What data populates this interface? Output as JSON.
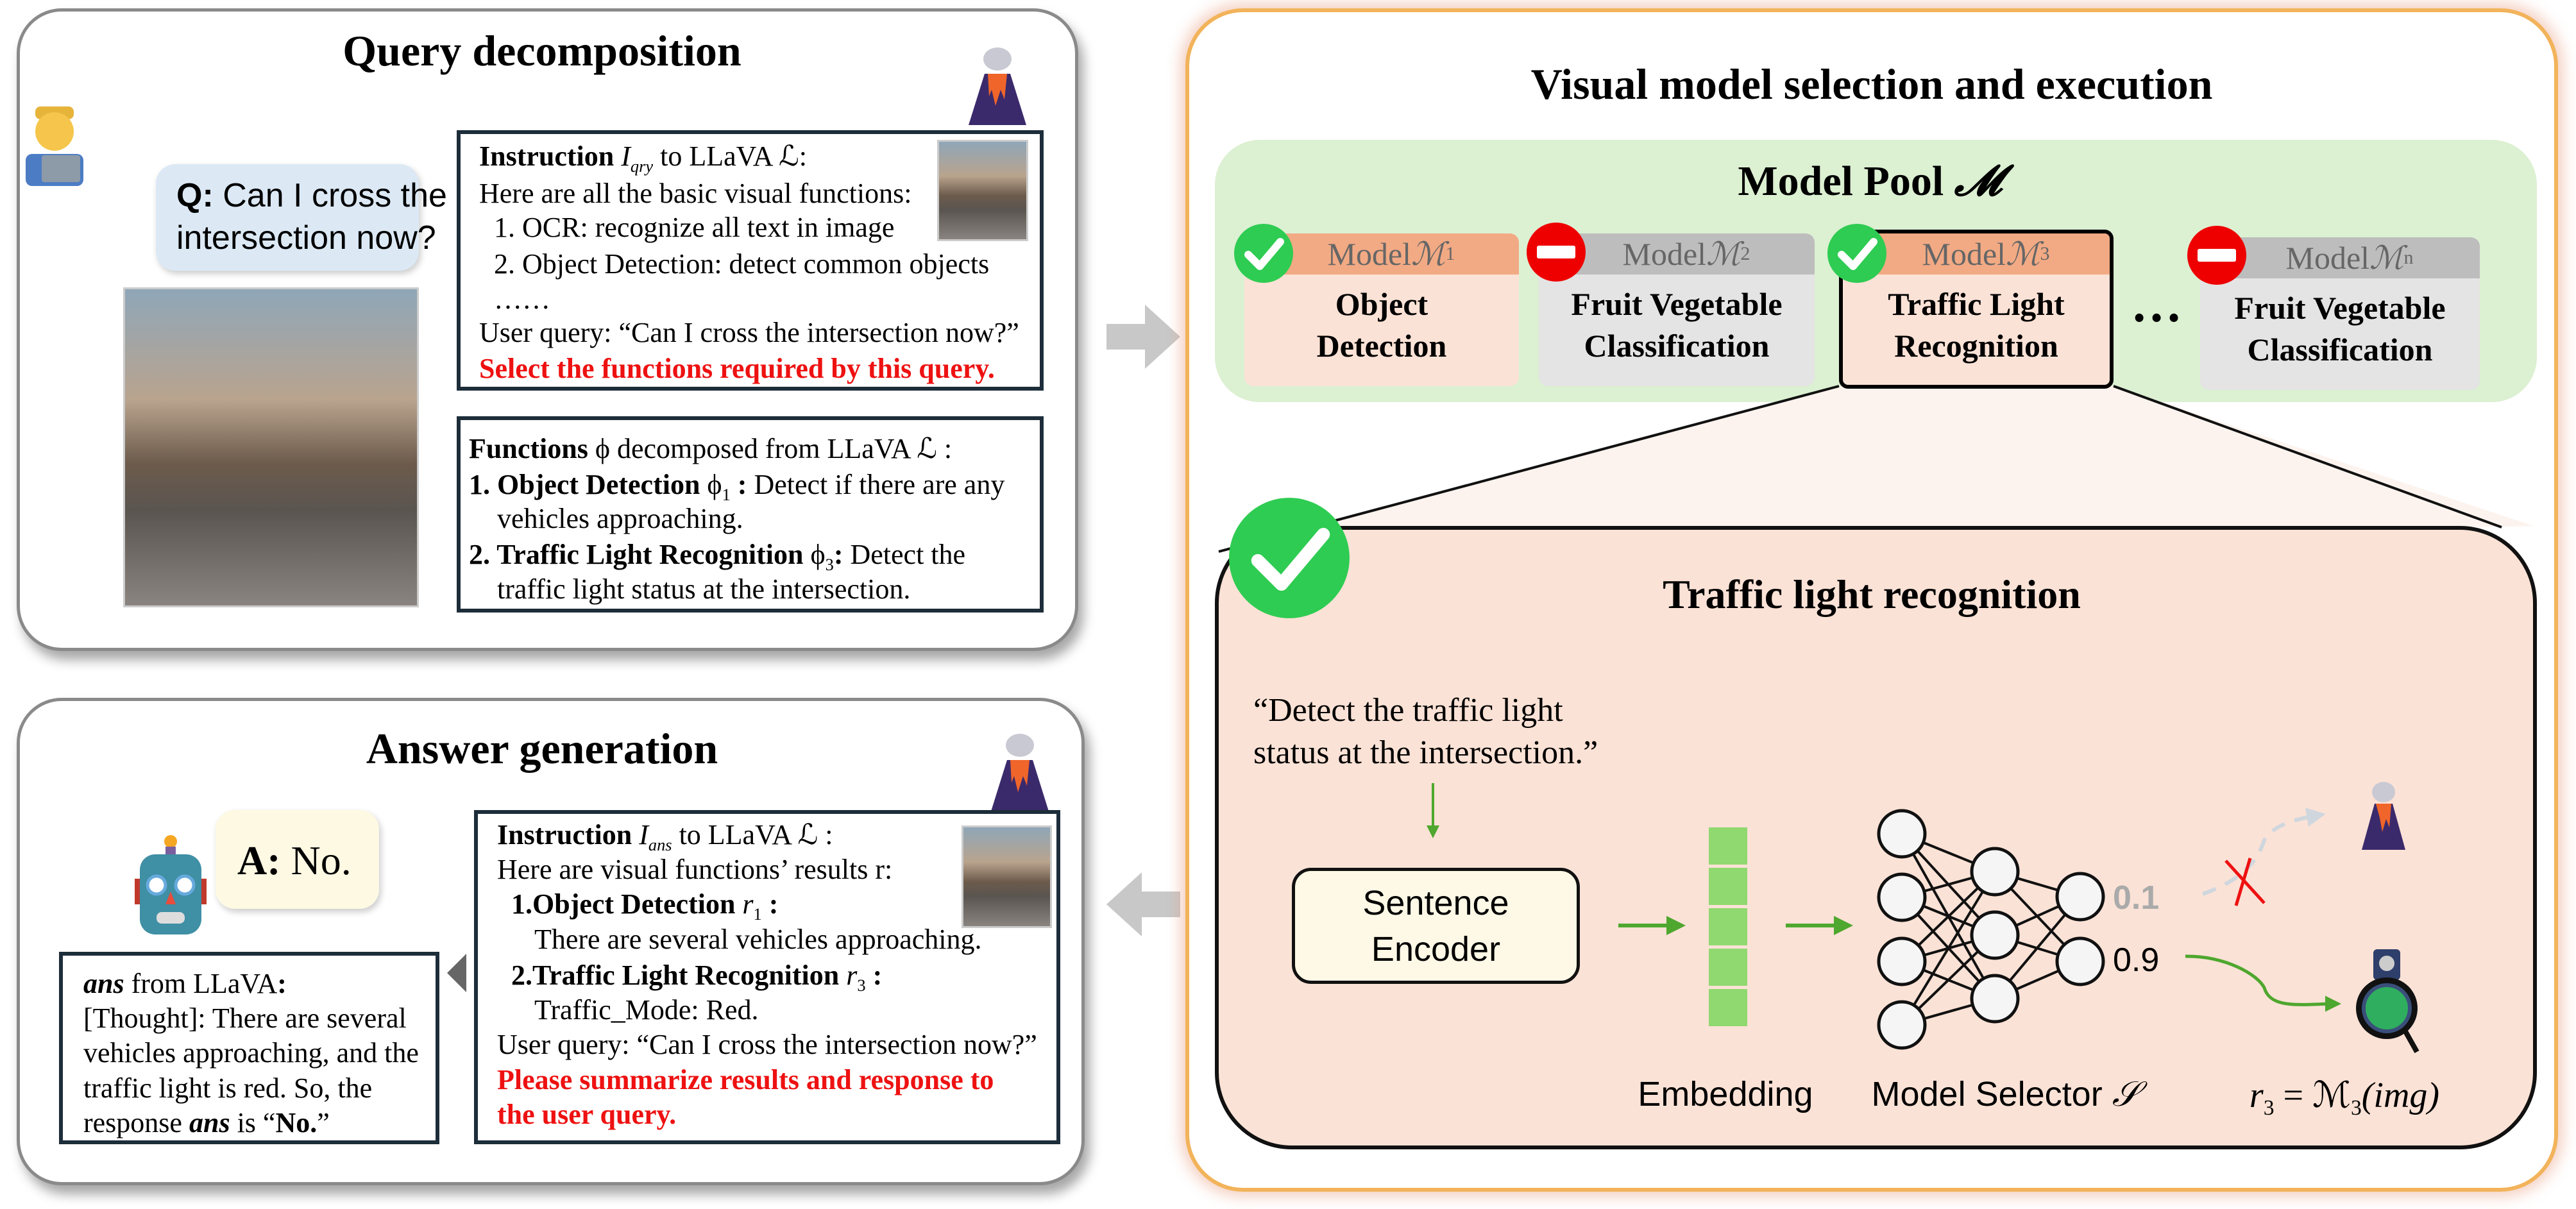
{
  "query_panel": {
    "title": "Query decomposition",
    "question_prefix": "Q:",
    "question_line1": "Can I cross the",
    "question_line2": "intersection now?",
    "instruction_box": {
      "head_bold": "Instruction ",
      "head_sym": "I",
      "head_sub": "qry",
      "head_rest": " to LLaVA ℒ:",
      "line1": "Here are all the basic visual functions:",
      "line2": "1. OCR: recognize all text in image",
      "line3": "2. Object Detection: detect common objects",
      "line4": "……",
      "line5": "User query: “Can I cross the intersection now?”",
      "line6": "Select the functions required by this query."
    },
    "functions_box": {
      "head_bold": "Functions",
      "head_rest": " ϕ decomposed from LLaVA ℒ :",
      "item1_bold": "1. Object Detection ",
      "item1_sym": "ϕ",
      "item1_sub": "1",
      "item1_colon": " :",
      "item1_rest": " Detect if there are any",
      "item1_cont": "vehicles approaching.",
      "item2_bold": "2. Traffic Light Recognition ",
      "item2_sym": "ϕ",
      "item2_sub": "3",
      "item2_colon": ":",
      "item2_rest": " Detect the",
      "item2_cont": "traffic light status at the intersection."
    }
  },
  "answer_panel": {
    "title": "Answer generation",
    "answer_prefix": "A:",
    "answer_text": " No.",
    "ans_box": {
      "head_sym": "ans",
      "head_rest": " from LLaVA",
      "head_colon": ":",
      "line1": "[Thought]: There are several",
      "line2": "vehicles approaching, and the",
      "line3": "traffic light is red. So, the",
      "line4_a": "response ",
      "line4_sym": "ans",
      "line4_b": " is “",
      "line4_bold": "No.",
      "line4_c": "”"
    },
    "instruction_box": {
      "head_bold": "Instruction ",
      "head_sym": "I",
      "head_sub": "ans",
      "head_rest": " to LLaVA ℒ :",
      "line1": "Here are visual functions’ results r:",
      "item1_bold": "1.Object Detection ",
      "item1_sym": "r",
      "item1_sub": "1",
      "item1_colon": " :",
      "item1_text": "There are several vehicles approaching.",
      "item2_bold": "2.Traffic Light Recognition ",
      "item2_sym": "r",
      "item2_sub": "3",
      "item2_colon": " :",
      "item2_text": "Traffic_Mode: Red.",
      "line_query": "User query: “Can I cross the intersection now?”",
      "line_red1": "Please summarize results and response to",
      "line_red2": "the user query."
    }
  },
  "execution_panel": {
    "title": "Visual model selection and execution",
    "model_pool": {
      "title": "Model Pool ",
      "title_sym": "𝓜",
      "models": [
        {
          "label": "Model ",
          "sym": "ℳ",
          "sub": "1",
          "name1": "Object",
          "name2": "Detection",
          "status": "selected",
          "icon": "check-circle-icon"
        },
        {
          "label": "Model ",
          "sym": "ℳ",
          "sub": "2",
          "name1": "Fruit Vegetable",
          "name2": "Classification",
          "status": "rejected",
          "icon": "no-entry-icon"
        },
        {
          "label": "Model ",
          "sym": "ℳ",
          "sub": "3",
          "name1": "Traffic Light",
          "name2": "Recognition",
          "status": "selected",
          "icon": "check-circle-icon"
        },
        {
          "label": "Model ",
          "sym": "ℳ",
          "sub": "n",
          "name1": "Fruit Vegetable",
          "name2": "Classification",
          "status": "rejected",
          "icon": "no-entry-icon"
        }
      ],
      "ellipsis": "…"
    },
    "detail": {
      "title": "Traffic light recognition",
      "quote_line1": "“Detect the traffic light",
      "quote_line2": "status at the intersection.”",
      "encoder_line1": "Sentence",
      "encoder_line2": "Encoder",
      "embedding_label": "Embedding",
      "selector_label": "Model Selector ",
      "selector_sym": "𝒮",
      "score_low": "0.1",
      "score_high": "0.9",
      "result_r": "r",
      "result_r_sub": "3",
      "result_eq": " = ℳ",
      "result_m_sub": "3",
      "result_arg": "(img)"
    }
  },
  "colors": {
    "accent_orange_border": "#f2b35a",
    "model_pool_bg": "#dcf0d2",
    "selected_header": "#f2aa84",
    "selected_body": "#fbe2d6",
    "rejected_header": "#bdbdbd",
    "rejected_body": "#e4e4e4",
    "detail_bg": "#fbe2d6",
    "arrow_green": "#4ea72e",
    "embedding_green": "#90d870",
    "red_text": "#ee1111"
  }
}
